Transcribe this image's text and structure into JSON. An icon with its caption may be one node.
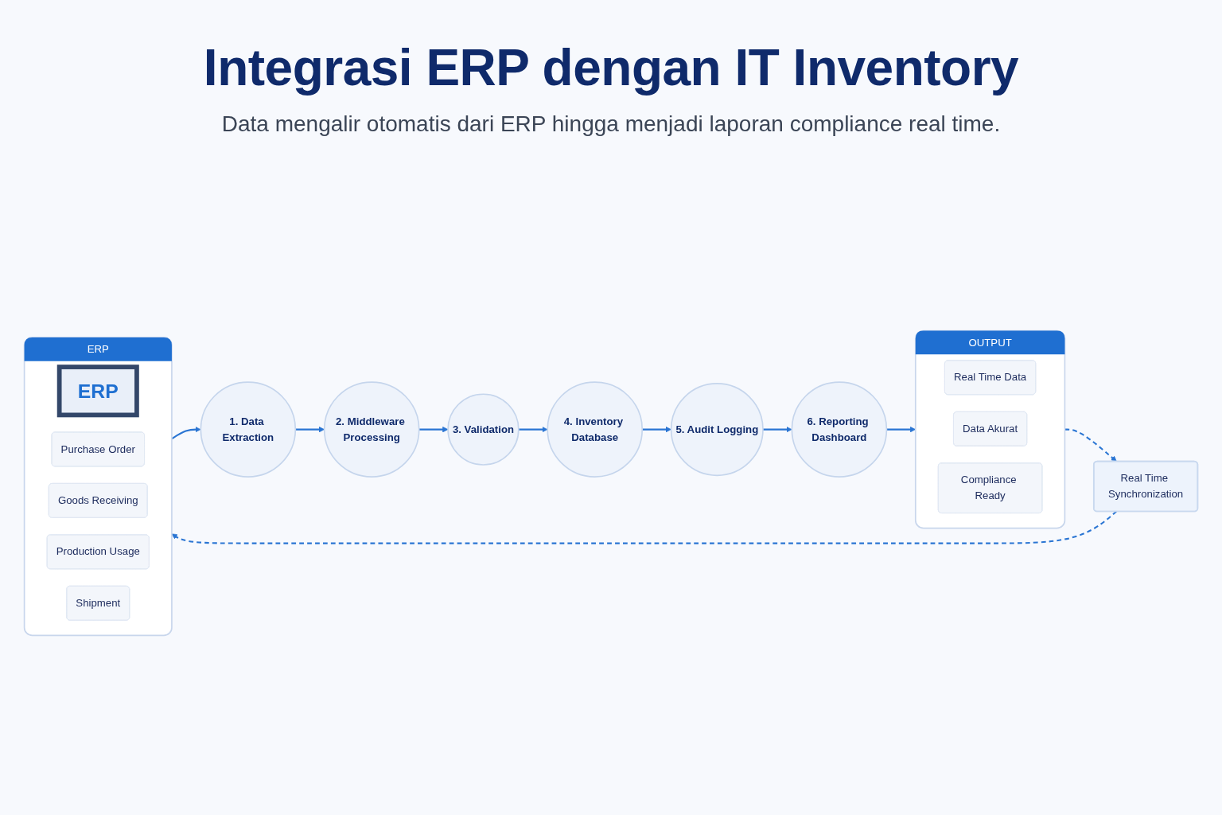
{
  "diagram": {
    "title": "Integrasi ERP dengan IT Inventory",
    "nodes": [
      {
        "text": [
          "ERP"
        ]
      },
      {
        "text": [
          "ERP"
        ],
        "in": 0
      },
      {
        "text": [
          "Purchase Order"
        ],
        "in": 0
      },
      {
        "text": [
          "Goods Receiving"
        ],
        "in": 0
      },
      {
        "text": [
          "Production Usage"
        ],
        "in": 0
      },
      {
        "text": [
          "Shipment"
        ],
        "in": 0
      },
      {
        "text": [
          "1. Data Extraction"
        ]
      },
      {
        "text": [
          "2. Middleware Processing"
        ]
      },
      {
        "text": [
          "3. Validation"
        ]
      },
      {
        "text": [
          "4. Inventory Database"
        ]
      },
      {
        "text": [
          "5. Audit Logging"
        ]
      },
      {
        "text": [
          "6. Reporting Dashboard"
        ]
      },
      {
        "text": [
          "OUTPUT"
        ]
      },
      {
        "text": [
          "Real Time Data"
        ],
        "in": 12
      },
      {
        "text": [
          "Data Akurat"
        ],
        "in": 12
      },
      {
        "text": [
          "Compliance Ready"
        ],
        "in": 12
      },
      {
        "text": [
          "Real Time Synchronization"
        ]
      }
    ],
    "edges": [
      {
        "from": 0,
        "to": 6,
        "arrow": "to"
      },
      {
        "from": 6,
        "to": 7,
        "arrow": "to"
      },
      {
        "from": 7,
        "to": 8,
        "arrow": "to"
      },
      {
        "from": 8,
        "to": 9,
        "arrow": "to"
      },
      {
        "from": 9,
        "to": 10,
        "arrow": "to"
      },
      {
        "from": 10,
        "to": 11,
        "arrow": "to"
      },
      {
        "from": 11,
        "to": 12,
        "arrow": "to"
      },
      {
        "from": 12,
        "to": 16,
        "arrow": "to",
        "style": "dashed"
      },
      {
        "from": 16,
        "to": 0,
        "arrow": "to",
        "style": "dashed"
      }
    ],
    "labels": [
      "Data mengalir otomatis dari ERP hingga menjadi laporan compliance real time."
    ]
  }
}
